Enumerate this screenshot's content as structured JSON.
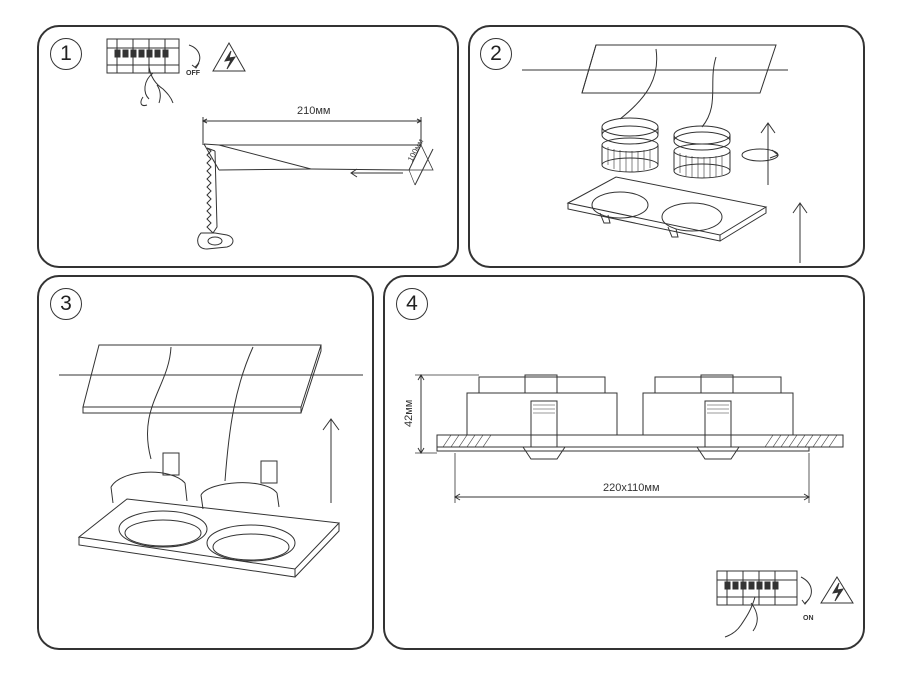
{
  "steps": [
    {
      "number": "1",
      "switch_state": "OFF",
      "cut_length": "210мм",
      "cut_width": "100мм"
    },
    {
      "number": "2"
    },
    {
      "number": "3"
    },
    {
      "number": "4",
      "height": "42мм",
      "frame_size": "220х110мм",
      "switch_state": "ON"
    }
  ],
  "icons": [
    "high-voltage-icon",
    "terminal-block-icon",
    "hand-icon",
    "saw-icon",
    "rotation-arrow-icon",
    "up-arrow-icon"
  ],
  "colors": {
    "line": "#333333",
    "background": "#ffffff"
  }
}
